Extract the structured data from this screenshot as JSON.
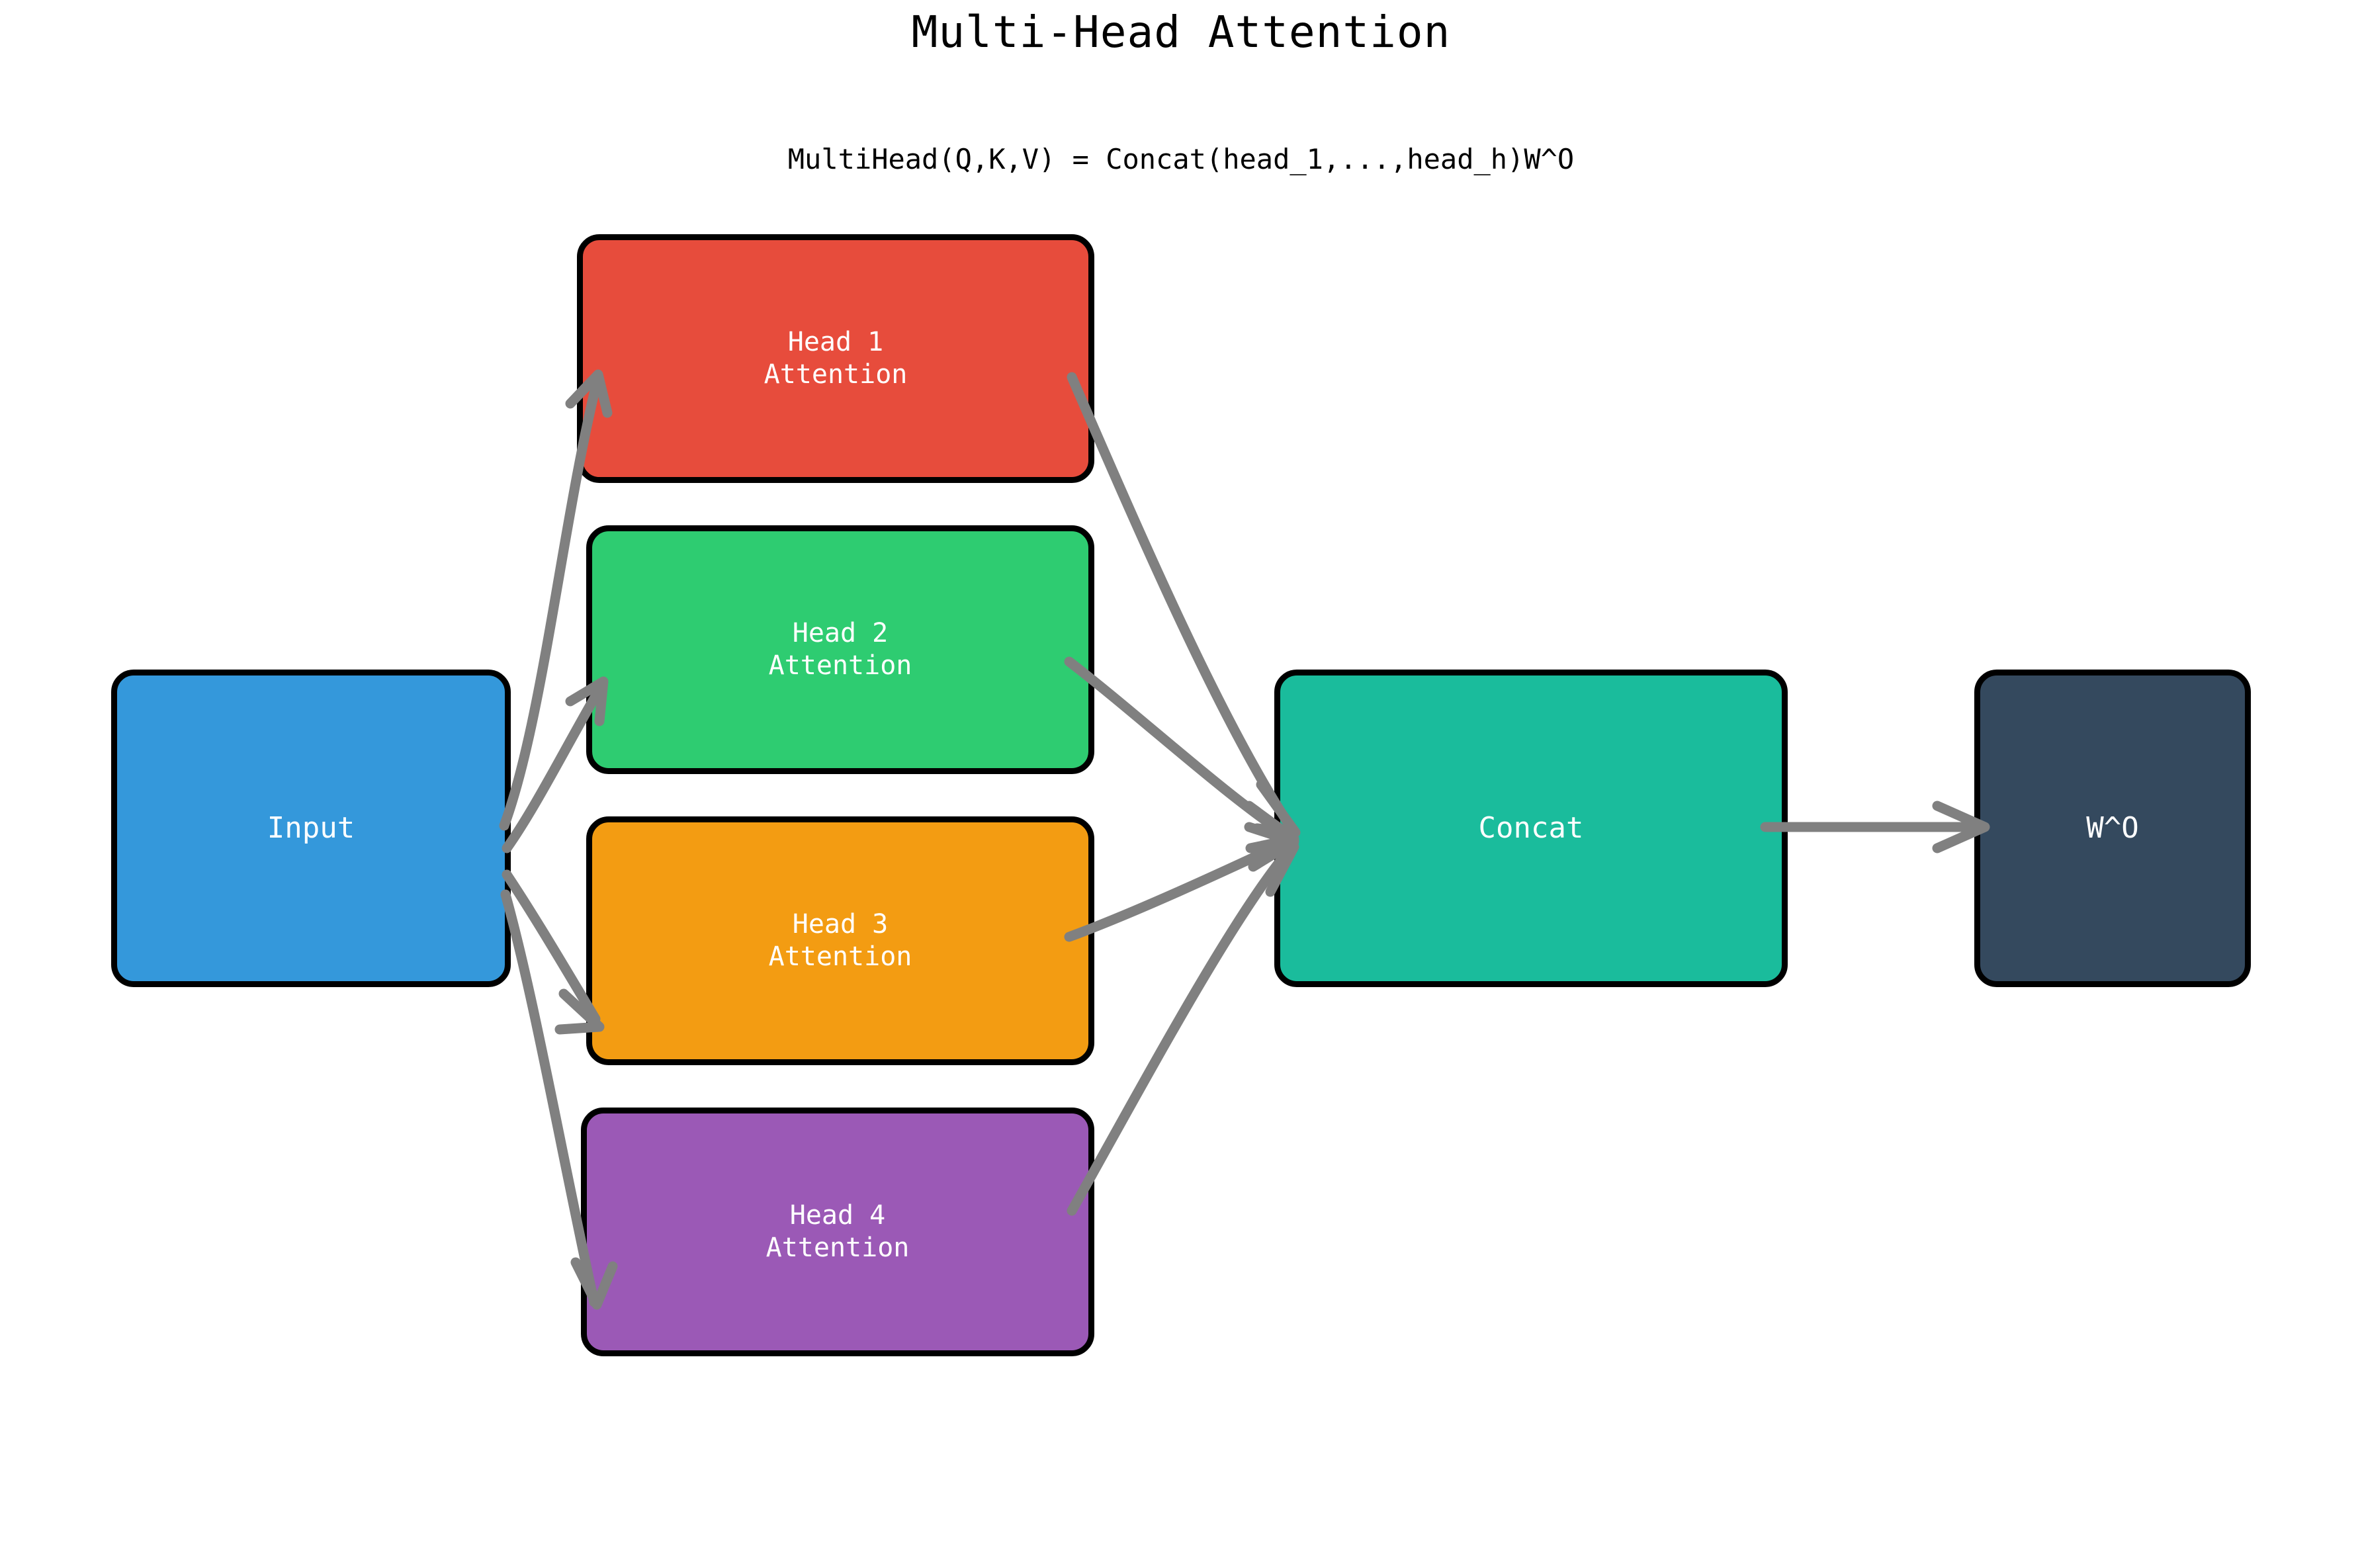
{
  "page": {
    "title": "Multi-Head Attention",
    "formula": "MultiHead(Q,K,V) = Concat(head_1,...,head_h)W^O",
    "background_color": "#ffffff",
    "edge_color": "#808080",
    "node_border_color": "#000000",
    "node_text_color": "#ffffff"
  },
  "nodes": [
    {
      "id": "input",
      "label": "Input",
      "color": "#3498db"
    },
    {
      "id": "head1",
      "label": "Head 1\nAttention",
      "color": "#e74c3c"
    },
    {
      "id": "head2",
      "label": "Head 2\nAttention",
      "color": "#2ecc71"
    },
    {
      "id": "head3",
      "label": "Head 3\nAttention",
      "color": "#f39c12"
    },
    {
      "id": "head4",
      "label": "Head 4\nAttention",
      "color": "#9b59b6"
    },
    {
      "id": "concat",
      "label": "Concat",
      "color": "#1abc9c"
    },
    {
      "id": "wo",
      "label": "W^O",
      "color": "#34495e"
    }
  ],
  "edges": [
    {
      "from": "input",
      "to": "head1"
    },
    {
      "from": "input",
      "to": "head2"
    },
    {
      "from": "input",
      "to": "head3"
    },
    {
      "from": "input",
      "to": "head4"
    },
    {
      "from": "head1",
      "to": "concat"
    },
    {
      "from": "head2",
      "to": "concat"
    },
    {
      "from": "head3",
      "to": "concat"
    },
    {
      "from": "head4",
      "to": "concat"
    },
    {
      "from": "concat",
      "to": "wo"
    }
  ]
}
